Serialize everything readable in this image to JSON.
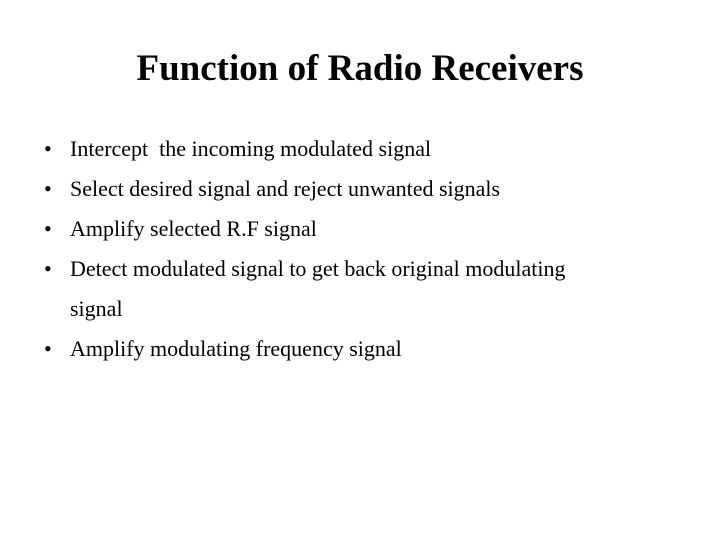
{
  "slide": {
    "title": "Function of Radio Receivers",
    "background_color": "#ffffff",
    "text_color": "#000000",
    "bullet_glyph": "•",
    "bullets": [
      {
        "text": "Intercept  the incoming modulated signal"
      },
      {
        "text": "Select desired signal and reject unwanted signals"
      },
      {
        "text": "Amplify selected R.F signal"
      },
      {
        "text": "Detect modulated signal to get back original modulating signal"
      },
      {
        "text": "Amplify modulating frequency signal"
      }
    ]
  }
}
